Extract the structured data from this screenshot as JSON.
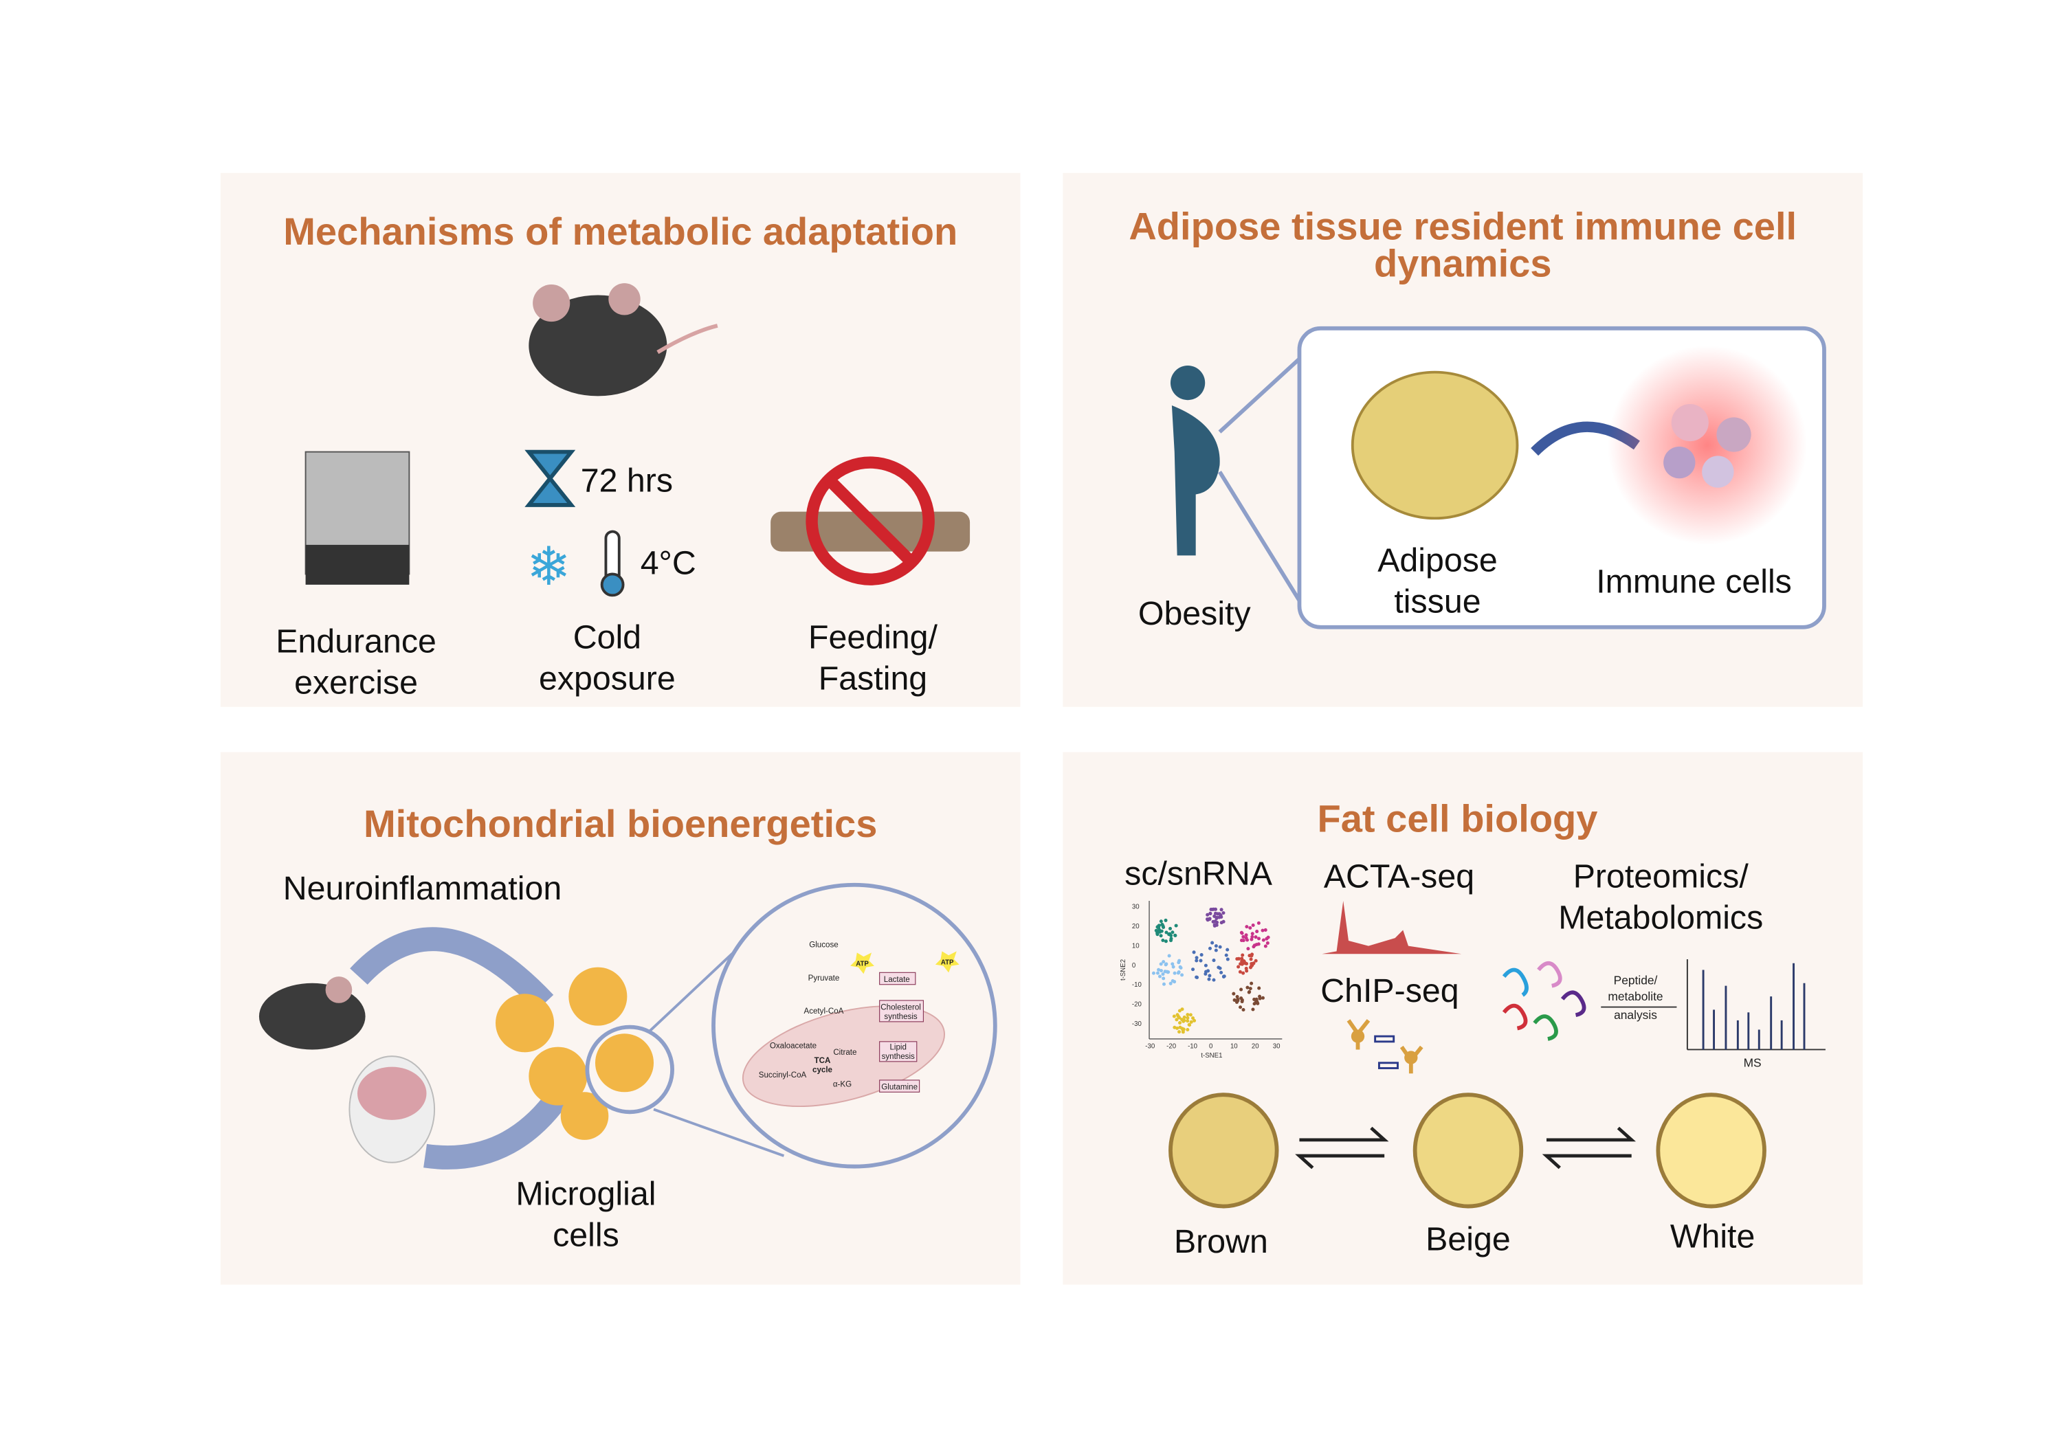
{
  "colors": {
    "panel": "#fbf5f1",
    "title": "#c46f3a",
    "frame": "#8e9fc9"
  },
  "panel1": {
    "title": "Mechanisms of metabolic adaptation",
    "duration": "72 hrs",
    "temperature": "4°C",
    "items": [
      {
        "line1": "Endurance",
        "line2": "exercise"
      },
      {
        "line1": "Cold",
        "line2": "exposure"
      },
      {
        "line1": "Feeding/",
        "line2": "Fasting"
      }
    ]
  },
  "panel2": {
    "title_line1": "Adipose tissue resident immune cell",
    "title_line2": "dynamics",
    "obesity": "Obesity",
    "adipose_line1": "Adipose",
    "adipose_line2": "tissue",
    "immune": "Immune cells"
  },
  "panel3": {
    "title": "Mitochondrial bioenergetics",
    "neuro": "Neuroinflammation",
    "microglia_line1": "Microglial",
    "microglia_line2": "cells",
    "pathway": {
      "glucose": "Glucose",
      "atp": "ATP",
      "pyruvate": "Pyruvate",
      "lactate": "Lactate",
      "acetyl": "Acetyl-CoA",
      "chol1": "Cholesterol",
      "chol2": "synthesis",
      "oxalo": "Oxaloacetate",
      "citrate": "Citrate",
      "lipid1": "Lipid",
      "lipid2": "synthesis",
      "tca1": "TCA",
      "tca2": "cycle",
      "succ": "Succinyl-CoA",
      "akg": "α-KG",
      "glutamine": "Glutamine"
    }
  },
  "panel4": {
    "title": "Fat cell biology",
    "scrna": "sc/snRNA",
    "acta": "ACTA-seq",
    "chip": "ChIP-seq",
    "prot1": "Proteomics/",
    "prot2": "Metabolomics",
    "pep1": "Peptide/",
    "pep2": "metabolite",
    "pep3": "analysis",
    "ms": "MS",
    "tsne_x": "t-SNE1",
    "tsne_y": "t-SNE2",
    "xticks": [
      "-30",
      "-20",
      "-10",
      "0",
      "10",
      "20",
      "30"
    ],
    "yticks": [
      "30",
      "20",
      "10",
      "0",
      "-10",
      "-20",
      "-30"
    ],
    "cells": [
      "Brown",
      "Beige",
      "White"
    ]
  }
}
